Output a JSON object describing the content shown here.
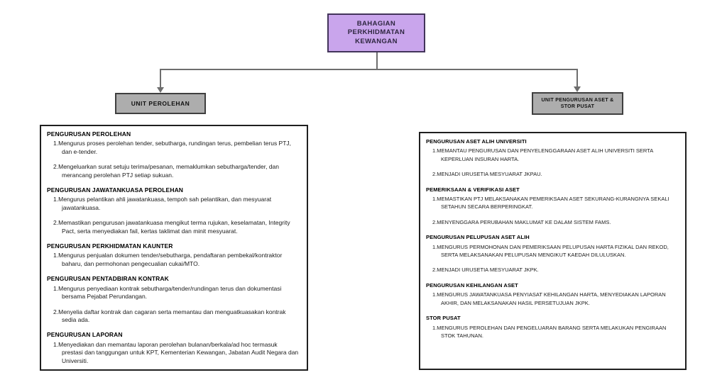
{
  "colors": {
    "root_fill": "#c9a5ec",
    "root_border": "#43345a",
    "root_text": "#2e2640",
    "unit_fill": "#adadad",
    "unit_border": "#3f3f3f",
    "connector": "#6e6e6e",
    "panel_border": "#1f1f1f"
  },
  "root_box": {
    "label": "BAHAGIAN\nPERKHIDMATAN\nKEWANGAN"
  },
  "unit_left": {
    "label": "UNIT PEROLEHAN"
  },
  "unit_right": {
    "label": "UNIT PENGURUSAN ASET &\nSTOR PUSAT"
  },
  "left_panel": {
    "sections": [
      {
        "title": "PENGURUSAN PEROLEHAN",
        "items": [
          "Mengurus proses perolehan tender, sebutharga, rundingan terus, pembelian terus PTJ, dan e-tender.",
          "Mengeluarkan surat setuju terima/pesanan, memaklumkan sebutharga/tender, dan merancang perolehan PTJ setiap sukuan."
        ]
      },
      {
        "title": "PENGURUSAN JAWATANKUASA PEROLEHAN",
        "items": [
          "Mengurus pelantikan ahli jawatankuasa, tempoh sah pelantikan, dan mesyuarat jawatankuasa.",
          "Memastikan pengurusan jawatankuasa mengikut terma rujukan, keselamatan, Integrity Pact, serta menyediakan fail, kertas taklimat dan minit mesyuarat."
        ]
      },
      {
        "title": "PENGURUSAN PERKHIDMATAN KAUNTER",
        "items": [
          "Mengurus penjualan dokumen tender/sebutharga, pendaftaran pembekal/kontraktor baharu, dan permohonan pengecualian cukai/MTO."
        ]
      },
      {
        "title": "PENGURUSAN PENTADBIRAN KONTRAK",
        "items": [
          "Mengurus penyediaan kontrak sebutharga/tender/rundingan terus dan dokumentasi bersama Pejabat Perundangan.",
          "Menyelia daftar kontrak dan cagaran serta memantau dan menguatkuasakan kontrak sedia ada."
        ]
      },
      {
        "title": "PENGURUSAN LAPORAN",
        "items": [
          "Menyediakan dan memantau laporan perolehan bulanan/berkala/ad hoc termasuk prestasi dan tanggungan untuk KPT, Kementerian Kewangan, Jabatan Audit Negara dan Universiti."
        ]
      }
    ]
  },
  "right_panel": {
    "sections": [
      {
        "title": "PENGURUSAN ASET ALIH UNIVERSITI",
        "items": [
          "MEMANTAU PENGURUSAN DAN PENYELENGGARAAN ASET ALIH UNIVERSITI SERTA KEPERLUAN INSURAN HARTA.",
          "MENJADI URUSETIA MESYUARAT JKPAU."
        ]
      },
      {
        "title": "PEMERIKSAAN & VERIFIKASI ASET",
        "items": [
          "MEMASTIKAN PTJ MELAKSANAKAN PEMERIKSAAN ASET SEKURANG-KURANGNYA SEKALI SETAHUN SECARA BERPERINGKAT.",
          "MENYENGGARA PERUBAHAN MAKLUMAT KE DALAM SISTEM FAMS."
        ]
      },
      {
        "title": "PENGURUSAN PELUPUSAN ASET ALIH",
        "items": [
          "MENGURUS PERMOHONAN DAN PEMERIKSAAN PELUPUSAN HARTA FIZIKAL DAN REKOD, SERTA MELAKSANAKAN PELUPUSAN MENGIKUT KAEDAH DILULUSKAN.",
          "MENJADI URUSETIA MESYUARAT JKPK."
        ]
      },
      {
        "title": "PENGURUSAN KEHILANGAN ASET",
        "items": [
          "MENGURUS JAWATANKUASA PENYIASAT KEHILANGAN HARTA, MENYEDIAKAN LAPORAN AKHIR, DAN MELAKSANAKAN HASIL PERSETUJUAN JKPK."
        ]
      },
      {
        "title": "STOR PUSAT",
        "items": [
          "MENGURUS PEROLEHAN DAN PENGELUARAN BARANG SERTA MELAKUKAN PENGIRAAN STOK TAHUNAN."
        ]
      }
    ]
  }
}
